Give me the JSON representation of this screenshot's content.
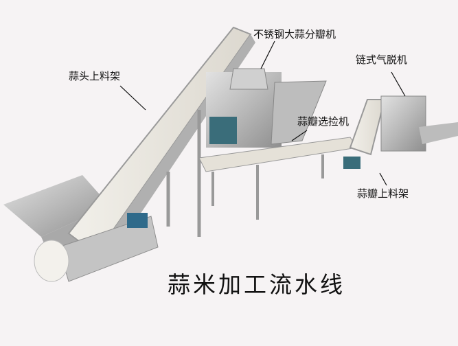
{
  "image": {
    "subject": "garlic processing production line photo",
    "title": "蒜米加工流水线",
    "labels": {
      "garlic_bulb_loader": "蒜头上料架",
      "stainless_splitter": "不锈钢大蒜分瓣机",
      "chain_air_peeler": "链式气脱机",
      "clove_sorting_machine": "蒜瓣选捡机",
      "clove_loader": "蒜瓣上料架"
    },
    "colors": {
      "background": "#f6f3f4",
      "steel": "#c9c9c9",
      "belt": "#ece9e2",
      "motor": "#3a6d7a"
    }
  }
}
